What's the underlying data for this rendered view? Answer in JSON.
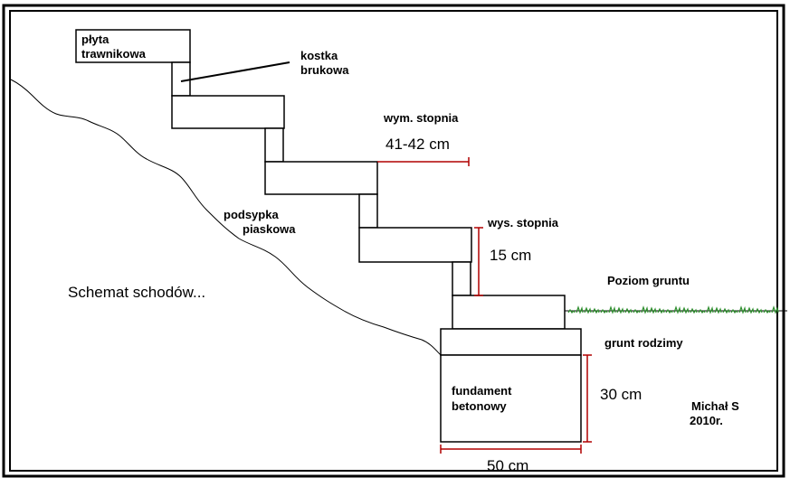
{
  "labels": {
    "plyta_line1": "płyta",
    "plyta_line2": "trawnikowa",
    "kostka_line1": "kostka",
    "kostka_line2": "brukowa",
    "wym_stopnia": "wym. stopnia",
    "wym_value": "41-42 cm",
    "wys_stopnia": "wys. stopnia",
    "wys_value": "15 cm",
    "podsypka_line1": "podsypka",
    "podsypka_line2": "piaskowa",
    "poziom_gruntu": "Poziom gruntu",
    "grunt_rodzimy": "grunt rodzimy",
    "fundament_line1": "fundament",
    "fundament_line2": "betonowy",
    "fund_height": "30 cm",
    "fund_width": "50 cm",
    "title": "Schemat schodów...",
    "author": "Michał S",
    "year": "2010r."
  },
  "colors": {
    "line": "#000000",
    "dimension": "#b00000",
    "grass": "#2f8f2f"
  }
}
